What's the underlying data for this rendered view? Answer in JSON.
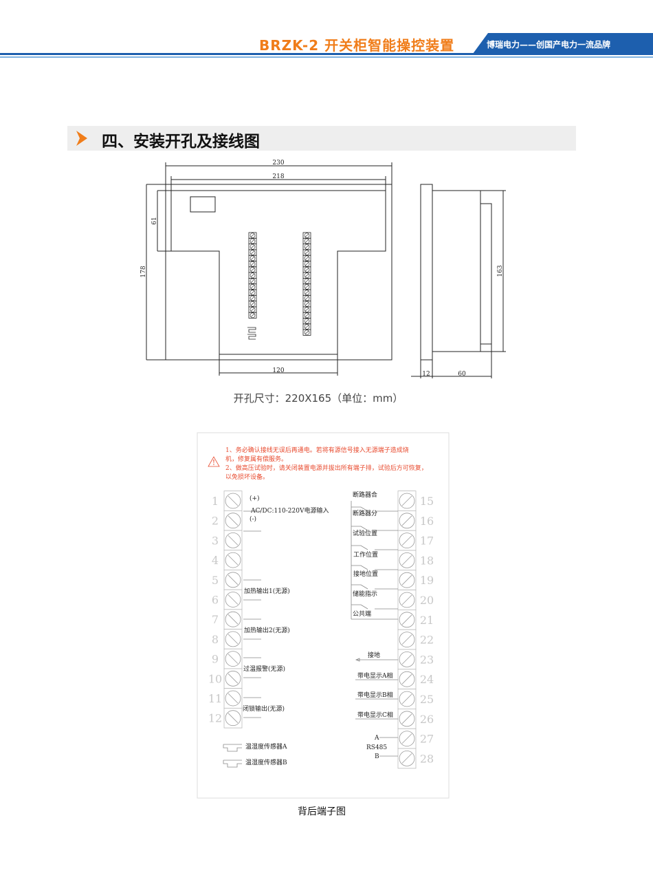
{
  "header": {
    "title": "BRZK-2  开关柜智能操控装置",
    "slogan": "博瑞电力——创国产电力一流品牌",
    "brand_color": "#1d5fae",
    "title_color": "#f07d1a"
  },
  "section": {
    "title": "四、安装开孔及接线图"
  },
  "drawing": {
    "dims": {
      "w230": "230",
      "w218": "218",
      "h178": "178",
      "h61": "61",
      "w120": "120",
      "h163": "163",
      "d12": "12",
      "d60": "60"
    },
    "caption": "开孔尺寸：220X165（单位：mm）"
  },
  "wiring": {
    "warnings": [
      "1、务必确认接线无误后再通电。若将有源信号接入无源端子造成烧",
      "机，修复属有偿服务。",
      "2、做高压试验时，请关闭装置电源并拔出所有端子排，试验后方可恢复，",
      "以免损坏设备。"
    ],
    "warning_icon": "!",
    "left_terminals": [
      "1",
      "2",
      "3",
      "4",
      "5",
      "6",
      "7",
      "8",
      "9",
      "10",
      "11",
      "12"
    ],
    "right_terminals": [
      "15",
      "16",
      "17",
      "18",
      "19",
      "20",
      "21",
      "22",
      "23",
      "24",
      "25",
      "26",
      "27",
      "28"
    ],
    "left_labels": {
      "plus": "(+)",
      "power": "AC/DC:110-220V电源输入",
      "minus": "(-)",
      "heat1": "加热输出1(无源)",
      "heat2": "加热输出2(无源)",
      "overtemp": "过温报警(无源)",
      "lock": "闭锁输出(无源)",
      "sensor_a": "温湿度传感器A",
      "sensor_b": "温湿度传感器B"
    },
    "right_labels": {
      "breaker_close": "断路器合",
      "breaker_open": "断路器分",
      "test_pos": "试验位置",
      "work_pos": "工作位置",
      "ground_pos": "接地位置",
      "storage": "储能指示",
      "common": "公共端",
      "ground": "接地",
      "live_a": "带电显示A相",
      "live_b": "带电显示B相",
      "live_c": "带电显示C相",
      "rs_a": "A",
      "rs485": "RS485",
      "rs_b": "B"
    },
    "caption": "背后端子图"
  }
}
